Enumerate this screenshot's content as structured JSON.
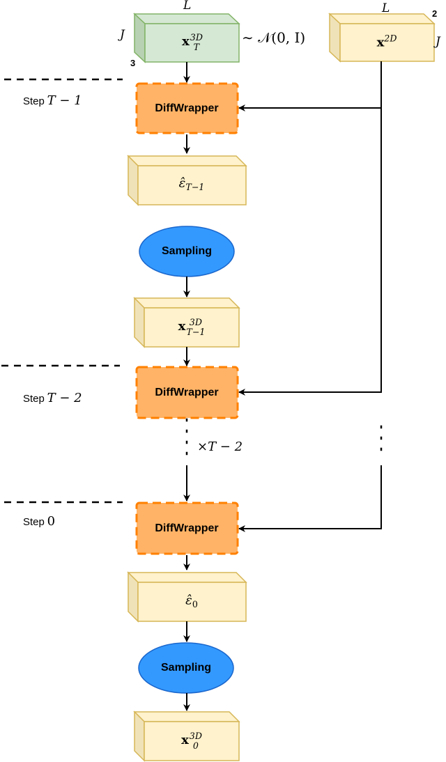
{
  "dims": {
    "L": "L",
    "J": "J",
    "three": "3",
    "two": "2"
  },
  "inputs": {
    "x3d_var": "x",
    "x3d_sup": "3D",
    "x3d_sub": "T",
    "noise": "∼ 𝒩(0, I)",
    "x2d_var": "x",
    "x2d_sup": "2D"
  },
  "steps": [
    {
      "label": "Step",
      "value": "T − 1"
    },
    {
      "label": "Step",
      "value": "T − 2"
    },
    {
      "label": "Step",
      "value": "0"
    }
  ],
  "blocks": {
    "diffwrapper": "DiffWrapper",
    "sampling": "Sampling"
  },
  "tensors": {
    "eps_t1_sym": "ε̂",
    "eps_t1_sub": "T−1",
    "x_t1_var": "x",
    "x_t1_sup": "3D",
    "x_t1_sub": "T−1",
    "eps_0_sym": "ε̂",
    "eps_0_sub": "0",
    "x_0_var": "x",
    "x_0_sup": "3D",
    "x_0_sub": "0"
  },
  "repeat": "×T − 2",
  "colors": {
    "green_fill": "#d5e8d4",
    "green_stroke": "#82b366",
    "yellow_fill": "#fff2cc",
    "yellow_stroke": "#d6b656",
    "orange_fill": "#ffb366",
    "orange_stroke": "#ff8000",
    "blue_fill": "#3399ff",
    "blue_stroke": "#1a66cc"
  }
}
